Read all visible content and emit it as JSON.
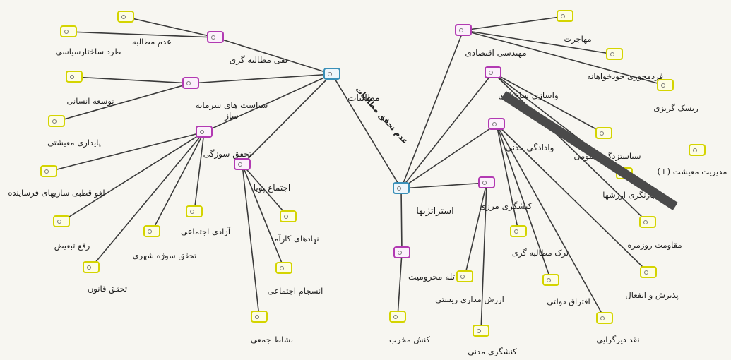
{
  "map": {
    "edge_label": "عدم تحقق مطالبات",
    "nodes": [
      {
        "id": "motalebat",
        "type": "category",
        "label": "مطالبات"
      },
      {
        "id": "estrategiha",
        "type": "category",
        "label": "استراتژیها"
      },
      {
        "id": "nafy",
        "type": "theme",
        "label": "نفی مطالبه گری"
      },
      {
        "id": "siasat",
        "type": "theme",
        "label": "سیاست های سرمایه ساز"
      },
      {
        "id": "tahaghogh",
        "type": "theme",
        "label": "تحقق سوزگی"
      },
      {
        "id": "ejtema",
        "type": "theme",
        "label": "اجتماع پویا"
      },
      {
        "id": "mohandesi",
        "type": "theme",
        "label": "مهندسی اقتصادی"
      },
      {
        "id": "vasazi",
        "type": "theme",
        "label": "واسازی ساختاری"
      },
      {
        "id": "vadadegi",
        "type": "theme",
        "label": "وادادگی مدنی"
      },
      {
        "id": "koneshgari_marzi",
        "type": "theme",
        "label": "کنشگری مرزی"
      },
      {
        "id": "tale",
        "type": "theme",
        "label": "تله محرومیت"
      },
      {
        "id": "adam_motalebe",
        "type": "code",
        "label": "عدم مطالبه"
      },
      {
        "id": "tard",
        "type": "code",
        "label": "طرد ساختارسیاسی"
      },
      {
        "id": "tose",
        "type": "code",
        "label": "توسعه انسانی"
      },
      {
        "id": "paydari",
        "type": "code",
        "label": "پایداری معیشتی"
      },
      {
        "id": "laghv",
        "type": "code",
        "label": "لغو قطبی سازیهای فرساینده"
      },
      {
        "id": "rafe",
        "type": "code",
        "label": "رفع تبعیض"
      },
      {
        "id": "ghanoon",
        "type": "code",
        "label": "تحقق قانون"
      },
      {
        "id": "souze_shahri",
        "type": "code",
        "label": "تحقق سوژه شهری"
      },
      {
        "id": "azadi",
        "type": "code",
        "label": "آزادی اجتماعی"
      },
      {
        "id": "nahadha",
        "type": "code",
        "label": "نهادهای کارآمد"
      },
      {
        "id": "ensejam",
        "type": "code",
        "label": "انسجام اجتماعی"
      },
      {
        "id": "neshat",
        "type": "code",
        "label": "نشاط جمعی"
      },
      {
        "id": "mohajerat",
        "type": "code",
        "label": "مهاجرت"
      },
      {
        "id": "fardmehvari",
        "type": "code",
        "label": "فردمحوری خودخواهانه"
      },
      {
        "id": "risk",
        "type": "code",
        "label": "ریسک گریزی"
      },
      {
        "id": "modiriat",
        "type": "code",
        "label": "مدیریت معیشت (+)"
      },
      {
        "id": "siasatzade",
        "type": "code",
        "label": "سیاستزدگی عمومی"
      },
      {
        "id": "bazingari",
        "type": "code",
        "label": "بازنگری ارزشها"
      },
      {
        "id": "moghavemat",
        "type": "code",
        "label": "مقاومت روزمره"
      },
      {
        "id": "paziresh",
        "type": "code",
        "label": "پذیرش و انفعال"
      },
      {
        "id": "naghd",
        "type": "code",
        "label": "نقد دیرگرایی"
      },
      {
        "id": "eftergh",
        "type": "code",
        "label": "افتراق دولتی"
      },
      {
        "id": "tark",
        "type": "code",
        "label": "ترک مطالبه گری"
      },
      {
        "id": "arzesh",
        "type": "code",
        "label": "ارزش مداری زیستی"
      },
      {
        "id": "koneshgari_madani",
        "type": "code",
        "label": "کنشگری مدنی"
      },
      {
        "id": "konesh_mokhareb",
        "type": "code",
        "label": "کنش مخرب"
      }
    ]
  },
  "colors": {
    "code_border": "#d4d400",
    "theme_border": "#b23ab2",
    "category_border": "#3a90b8",
    "link": "#3a3a3a",
    "redaction": "#4a4a4a"
  }
}
